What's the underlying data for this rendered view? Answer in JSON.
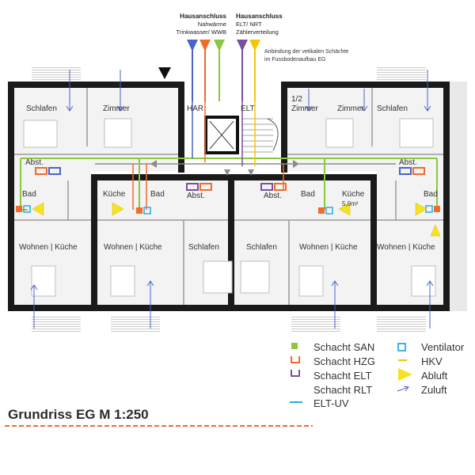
{
  "rooms": {
    "schlafen": "Schlafen",
    "zimmer": "Zimmer",
    "bad": "Bad",
    "kueche": "Küche",
    "abst": "Abst.",
    "wohnen_kueche": "Wohnen | Küche",
    "har": "HAR",
    "elt": "ELT",
    "half": "1/2",
    "area_kueche": "5,0m²"
  },
  "header": {
    "left": [
      "Hausanschluss",
      "Nahwärme",
      "Trinkwasser/ WWB"
    ],
    "right": [
      "Hausanschluss",
      "ELT/ NRT",
      "Zählerverteilung"
    ],
    "note": [
      "Anbindung der vetikalen Schächte",
      "im Fussbodenaufbau EG"
    ]
  },
  "legend": {
    "schacht_san": "Schacht SAN",
    "schacht_hzg": "Schacht HZG",
    "schacht_elt": "Schacht ELT",
    "schacht_rlt": "Schacht RLT",
    "elt_uv": "ELT-UV",
    "ventilator": "Ventilator",
    "hkv": "HKV",
    "abluft": "Abluft",
    "zuluft": "Zuluft"
  },
  "title": "Grundriss EG M 1:250",
  "colors": {
    "san": "#8dc63f",
    "hzg": "#f26b2a",
    "elt": "#7b4fa0",
    "rlt": "#29abe2",
    "hkv": "#f7c600",
    "arrow_blue": "#4a63c8",
    "gray_line": "#8c8c8c",
    "wall": "#1a1a1a",
    "title_line": "#f26b2a"
  }
}
